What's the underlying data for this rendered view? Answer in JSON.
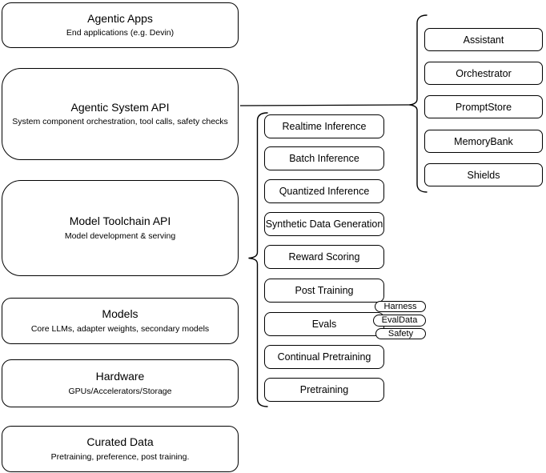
{
  "diagram": {
    "colors": {
      "stroke": "#000000",
      "background": "#ffffff",
      "node_fill": "#ffffff"
    },
    "left_stack": [
      {
        "title": "Agentic Apps",
        "subtitle": "End applications (e.g. Devin)"
      },
      {
        "title": "Agentic System API",
        "subtitle": "System component orchestration, tool calls, safety checks"
      },
      {
        "title": "Model Toolchain API",
        "subtitle": "Model development & serving"
      },
      {
        "title": "Models",
        "subtitle": "Core LLMs, adapter weights, secondary models"
      },
      {
        "title": "Hardware",
        "subtitle": "GPUs/Accelerators/Storage"
      },
      {
        "title": "Curated Data",
        "subtitle": "Pretraining, preference, post training."
      }
    ],
    "toolchain_items": [
      "Realtime Inference",
      "Batch Inference",
      "Quantized Inference",
      "Synthetic Data Generation",
      "Reward Scoring",
      "Post Training",
      "Evals",
      "Continual Pretraining",
      "Pretraining"
    ],
    "evals_tags": [
      "Harness",
      "EvalData",
      "Safety"
    ],
    "system_components": [
      "Assistant",
      "Orchestrator",
      "PromptStore",
      "MemoryBank",
      "Shields"
    ]
  }
}
